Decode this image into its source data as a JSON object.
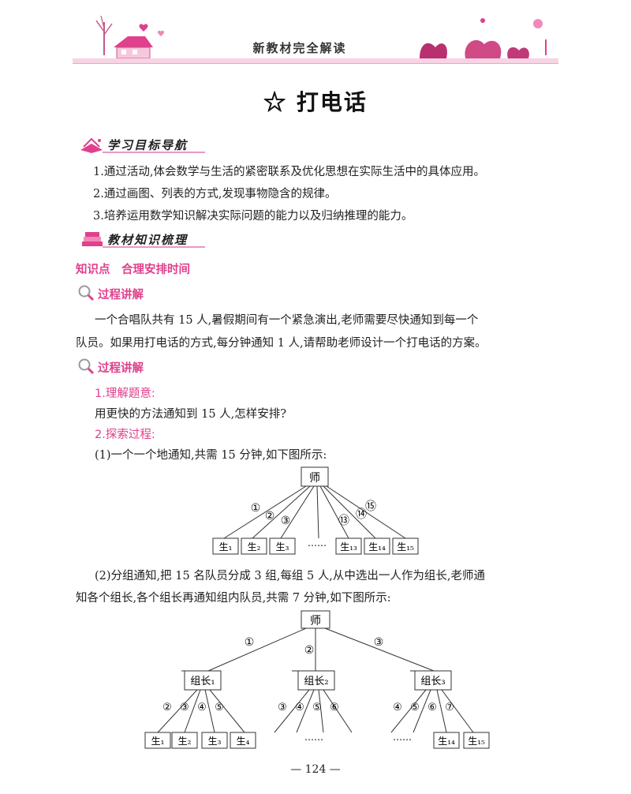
{
  "header": {
    "title": "新教材完全解读"
  },
  "page_title": "☆ 打电话",
  "goals_section": {
    "label": "学习目标导航",
    "items": [
      "1.通过活动,体会数学与生活的紧密联系及优化思想在实际生活中的具体应用。",
      "2.通过画图、列表的方式,发现事物隐含的规律。",
      "3.培养运用数学知识解决实际问题的能力以及归纳推理的能力。"
    ]
  },
  "knowledge_section": {
    "label": "教材知识梳理"
  },
  "knowledge_point": "知识点　合理安排时间",
  "explain_head_1": "过程讲解",
  "problem": [
    "一个合唱队共有 15 人,暑假期间有一个紧急演出,老师需要尽快通知到每一个",
    "队员。如果用打电话的方式,每分钟通知 1 人,请帮助老师设计一个打电话的方案。"
  ],
  "explain_head_2": "过程讲解",
  "step1": {
    "title": "1.理解题意:",
    "text": "用更快的方法通知到 15 人,怎样安排?"
  },
  "step2": {
    "title": "2.探索过程:"
  },
  "case1_text": "(1)一个一个地通知,共需 15 分钟,如下图所示:",
  "diagram1": {
    "root": "师",
    "students": [
      "生₁",
      "生₂",
      "生₃",
      "生₁₃",
      "生₁₄",
      "生₁₅"
    ],
    "ellipsis": "……",
    "edge_labels": [
      "①",
      "②",
      "③",
      "⑬",
      "⑭",
      "⑮"
    ]
  },
  "case2_text": [
    "(2)分组通知,把 15 名队员分成 3 组,每组 5 人,从中选出一人作为组长,老师通",
    "知各个组长,各个组长再通知组内队员,共需 7 分钟,如下图所示:"
  ],
  "diagram2": {
    "root": "师",
    "leaders": [
      "组长₁",
      "组长₂",
      "组长₃"
    ],
    "root_edge_labels": [
      "①",
      "②",
      "③"
    ],
    "group1_edge_labels": [
      "②",
      "③",
      "④",
      "⑤"
    ],
    "group2_edge_labels": [
      "③",
      "④",
      "⑤",
      "⑥"
    ],
    "group3_edge_labels": [
      "④",
      "⑤",
      "⑥",
      "⑦"
    ],
    "group1_students": [
      "生₁",
      "生₂",
      "生₃",
      "生₄"
    ],
    "group3_students": [
      "生₁₄",
      "生₁₅"
    ],
    "ellipsis": "……"
  },
  "page_number": "— 124 —"
}
